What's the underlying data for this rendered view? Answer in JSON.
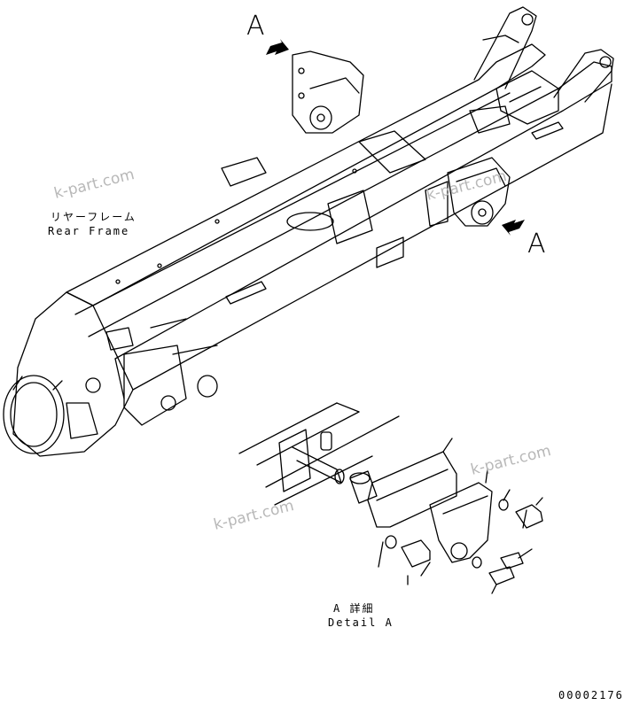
{
  "callout_top": "A",
  "callout_right": "A",
  "rear_frame_jp": "リヤーフレーム",
  "rear_frame_en": "Rear Frame",
  "detail_jp": "A 詳細",
  "detail_en": "Detail A",
  "drawing_number": "00002176",
  "watermark": "k-part.com"
}
